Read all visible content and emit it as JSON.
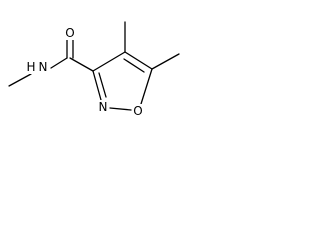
{
  "molecule": {
    "atoms": {
      "amide_n": "N",
      "amide_h": "H",
      "carbonyl_o": "O",
      "ring_n": "N",
      "ring_o": "O"
    },
    "colors": {
      "bond": "#000000",
      "label": "#000000",
      "background": "#ffffff"
    }
  }
}
